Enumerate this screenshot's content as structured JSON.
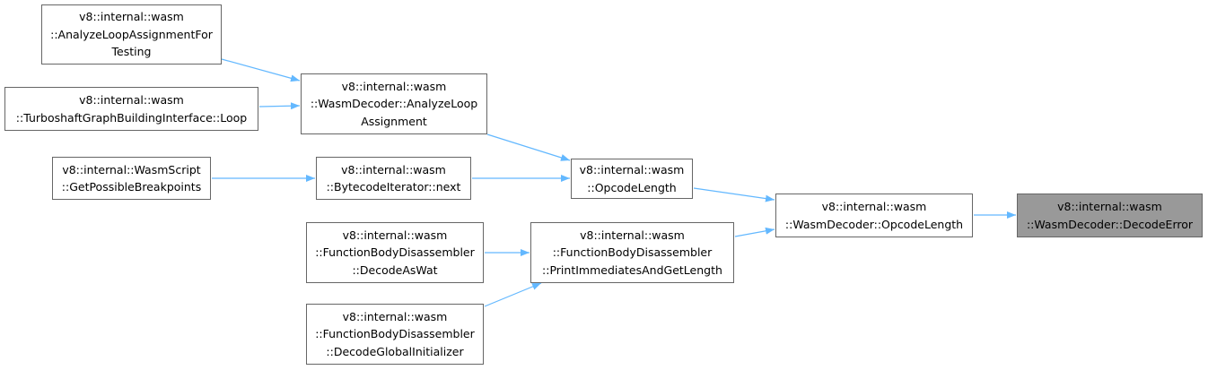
{
  "graph": {
    "focus_node": "decode-error",
    "edge_color": "#63b8ff",
    "node_border_color": "#666666",
    "focus_fill_color": "#999999",
    "nodes": [
      {
        "id": "decode-error",
        "lines": [
          "v8::internal::wasm",
          "::WasmDecoder::DecodeError"
        ]
      },
      {
        "id": "decoder-opcode-length",
        "lines": [
          "v8::internal::wasm",
          "::WasmDecoder::OpcodeLength"
        ]
      },
      {
        "id": "opcode-length",
        "lines": [
          "v8::internal::wasm",
          "::OpcodeLength"
        ]
      },
      {
        "id": "print-immediates",
        "lines": [
          "v8::internal::wasm",
          "::FunctionBodyDisassembler",
          "::PrintImmediatesAndGetLength"
        ]
      },
      {
        "id": "analyze-loop-assignment",
        "lines": [
          "v8::internal::wasm",
          "::WasmDecoder::AnalyzeLoop",
          "Assignment"
        ]
      },
      {
        "id": "bytecode-iterator-next",
        "lines": [
          "v8::internal::wasm",
          "::BytecodeIterator::next"
        ]
      },
      {
        "id": "analyze-loop-assignment-testing",
        "lines": [
          "v8::internal::wasm",
          "::AnalyzeLoopAssignmentFor",
          "Testing"
        ]
      },
      {
        "id": "turboshaft-loop",
        "lines": [
          "v8::internal::wasm",
          "::TurboshaftGraphBuildingInterface::Loop"
        ]
      },
      {
        "id": "get-possible-breakpoints",
        "lines": [
          "v8::internal::WasmScript",
          "::GetPossibleBreakpoints"
        ]
      },
      {
        "id": "decode-as-wat",
        "lines": [
          "v8::internal::wasm",
          "::FunctionBodyDisassembler",
          "::DecodeAsWat"
        ]
      },
      {
        "id": "decode-global-initializer",
        "lines": [
          "v8::internal::wasm",
          "::FunctionBodyDisassembler",
          "::DecodeGlobalInitializer"
        ]
      }
    ],
    "edges": [
      {
        "from": "decoder-opcode-length",
        "to": "decode-error"
      },
      {
        "from": "opcode-length",
        "to": "decoder-opcode-length"
      },
      {
        "from": "print-immediates",
        "to": "decoder-opcode-length"
      },
      {
        "from": "analyze-loop-assignment",
        "to": "opcode-length"
      },
      {
        "from": "bytecode-iterator-next",
        "to": "opcode-length"
      },
      {
        "from": "analyze-loop-assignment-testing",
        "to": "analyze-loop-assignment"
      },
      {
        "from": "turboshaft-loop",
        "to": "analyze-loop-assignment"
      },
      {
        "from": "get-possible-breakpoints",
        "to": "bytecode-iterator-next"
      },
      {
        "from": "decode-as-wat",
        "to": "print-immediates"
      },
      {
        "from": "decode-global-initializer",
        "to": "print-immediates"
      }
    ]
  }
}
